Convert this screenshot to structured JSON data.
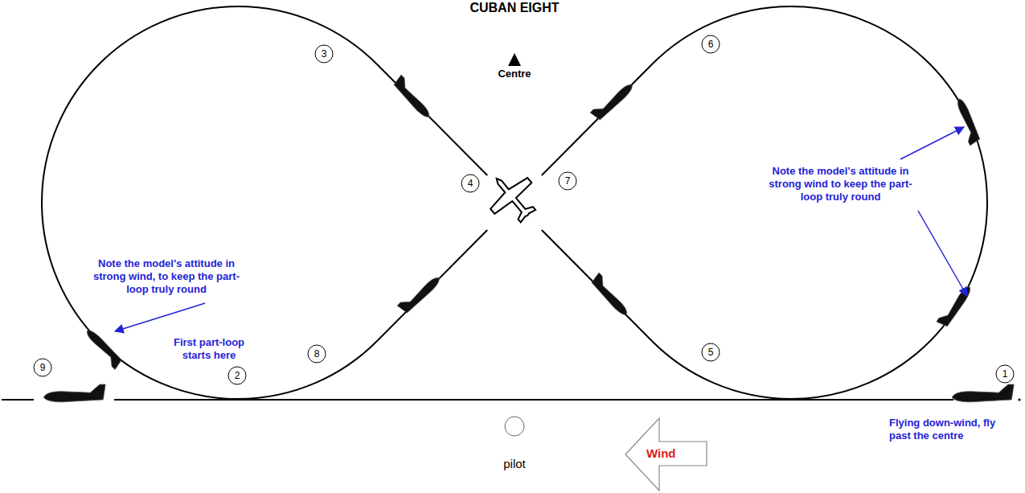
{
  "diagram": {
    "title": "CUBAN EIGHT",
    "nodes": [
      {
        "text": [
          "3"
        ]
      },
      {
        "text": [
          "6"
        ]
      },
      {
        "text": [
          "4"
        ]
      },
      {
        "text": [
          "7"
        ]
      },
      {
        "text": [
          "8"
        ]
      },
      {
        "text": [
          "5"
        ]
      },
      {
        "text": [
          "9"
        ]
      },
      {
        "text": [
          "2"
        ]
      },
      {
        "text": [
          "1"
        ]
      },
      {
        "text": [
          "Wind"
        ]
      },
      {
        "text": [
          "pilot"
        ]
      }
    ],
    "labels": [
      "Centre",
      "Note the model's attitude in strong wind to keep the part-loop truly round",
      "Note the model's attitude in strong wind, to keep the part-loop truly round",
      "First part-loop starts here",
      "Flying down-wind, fly past the centre"
    ]
  }
}
